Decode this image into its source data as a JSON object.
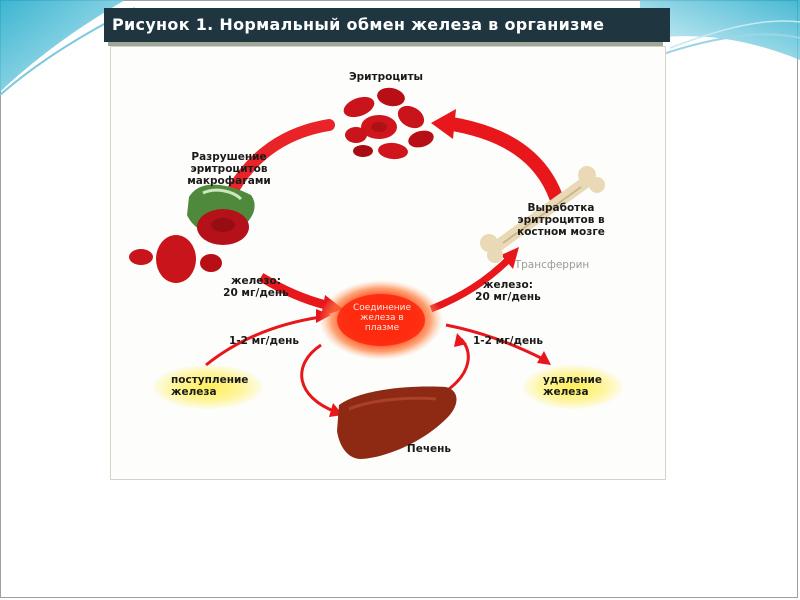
{
  "slide": {
    "title": "Рисунок 1. Нормальный обмен железа в организме"
  },
  "diagram": {
    "erythrocytes_label": "Эритроциты",
    "macrophage_label": "Разрушение\nэритроцитов\nмакрофагами",
    "bone_marrow_label": "Выработка\nэритроцитов в\nкостном мозге",
    "transferrin_label": "Трансферрин",
    "iron_left_label": "железо:\n20 мг/день",
    "iron_right_label": "железо:\n20 мг/день",
    "plasma_pool_label": "Соединение\nжелеза в\nплазме",
    "intake_rate_label": "1-2 мг/день",
    "removal_rate_label": "1-2 мг/день",
    "intake_label": "поступление\nжелеза",
    "removal_label": "удаление\nжелеза",
    "liver_label": "Печень",
    "colors": {
      "arrow_red": "#e8171c",
      "cell_red": "#c8141a",
      "liver_brown": "#8e2a14",
      "highlight_yellow": "#fff04a",
      "title_bg": "#1f3540"
    }
  }
}
